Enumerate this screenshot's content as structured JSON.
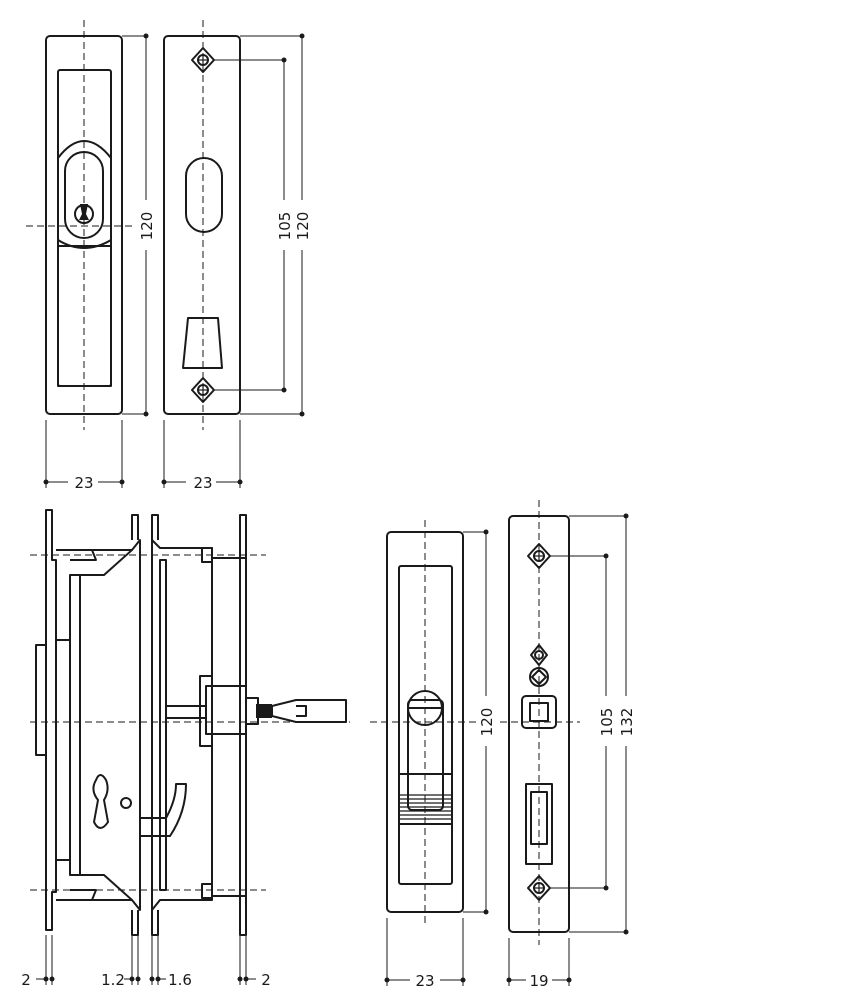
{
  "dimensions": {
    "v1_height": "120",
    "v2_spacing": "105",
    "v2_height": "120",
    "v1_width": "23",
    "v2_width": "23",
    "side_left_plate": "2",
    "side_left_case": "1.2",
    "side_right_case": "1.6",
    "side_right_plate": "2",
    "v4_height": "120",
    "v4_width": "23",
    "v5_spacing": "105",
    "v5_height": "132",
    "v5_width": "19"
  },
  "icons": {
    "screw": "cross-screw-icon",
    "key": "key-cylinder-icon"
  }
}
